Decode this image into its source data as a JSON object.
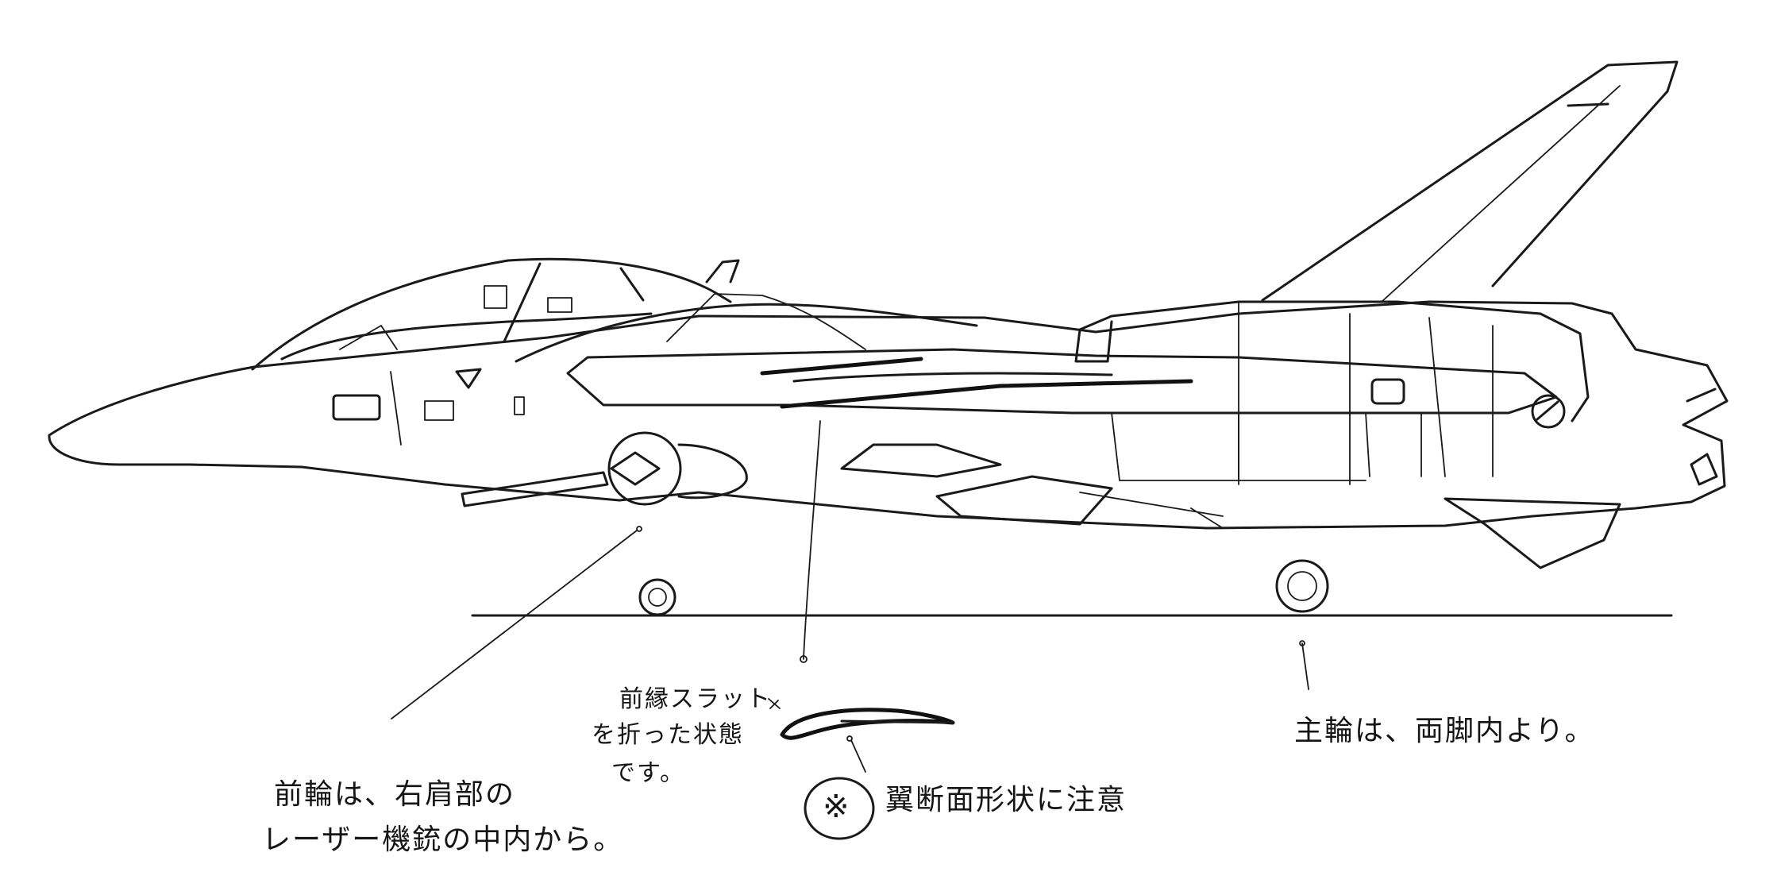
{
  "annotations": {
    "nose_gear": [
      "前輪は、右肩部の",
      "レーザー機銃の中内から。"
    ],
    "slat": [
      "前縁スラット",
      "を折った状態",
      "です。"
    ],
    "wing_section": "翼断面形状に注意",
    "section_mark": "※",
    "main_gear": "主輪は、両脚内より。"
  },
  "colors": {
    "ink": "#1a1a1a",
    "paper": "#ffffff"
  }
}
